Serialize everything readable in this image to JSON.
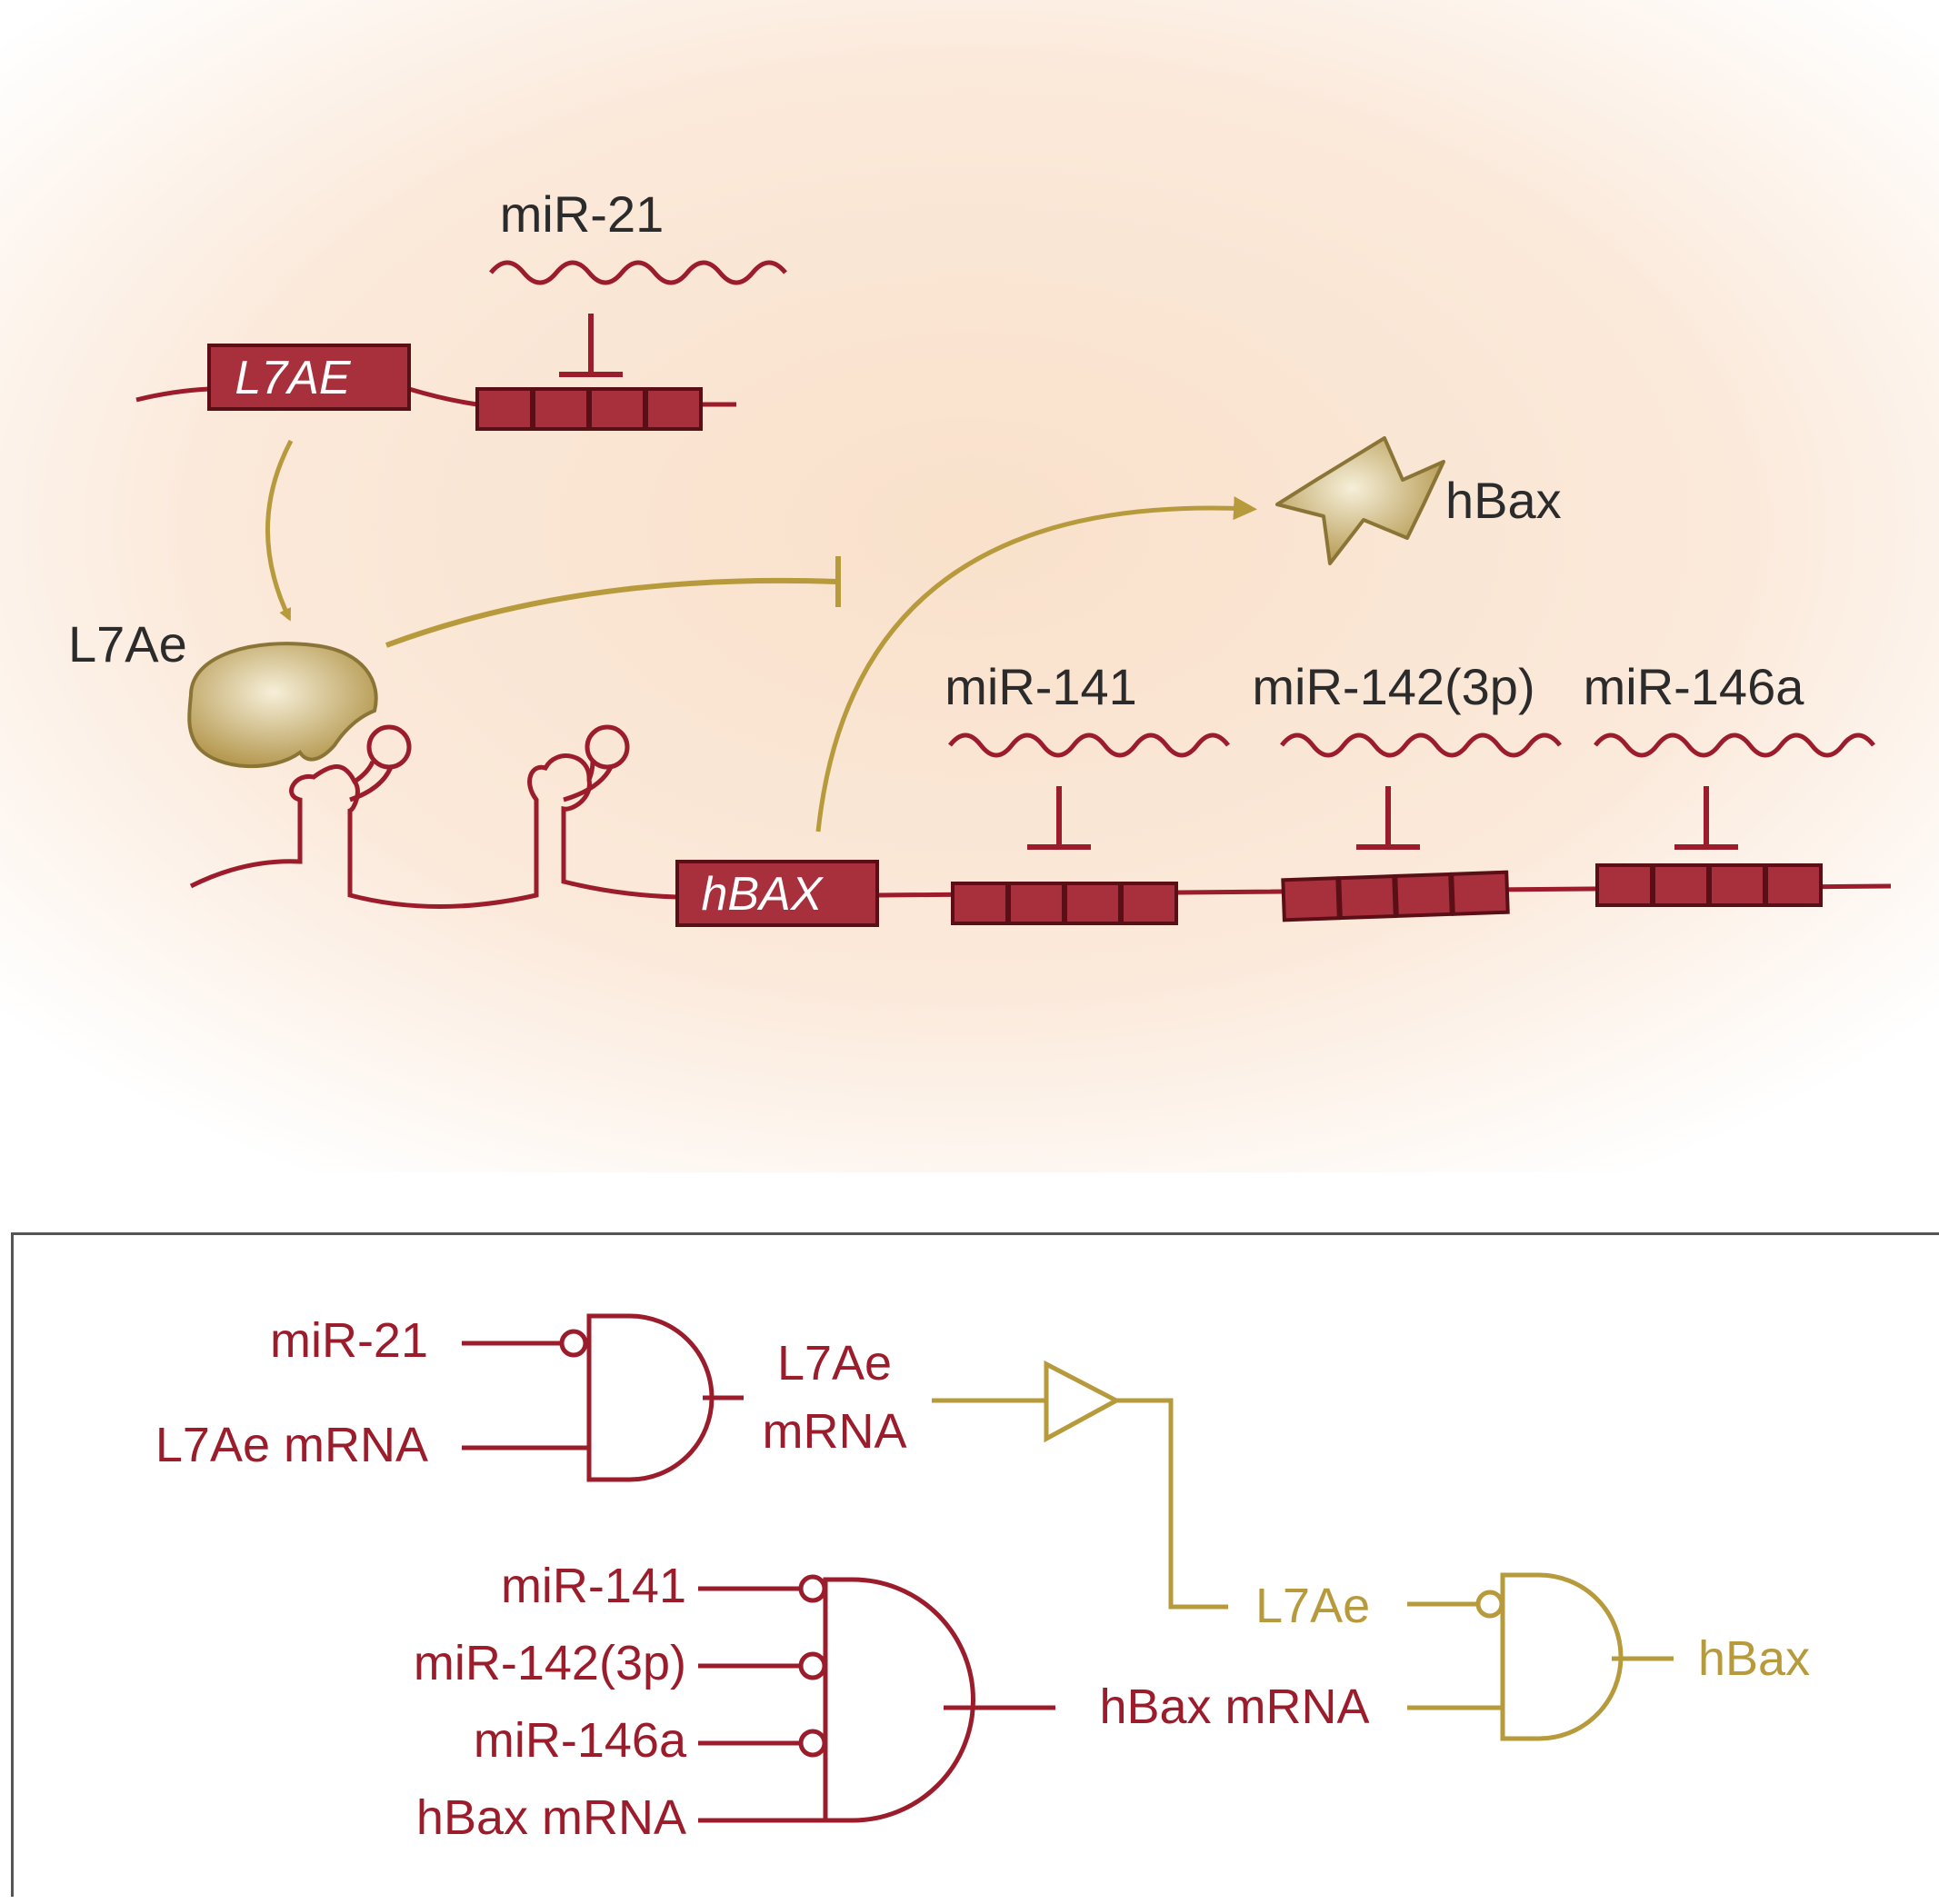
{
  "colors": {
    "rna": "#9b1c2b",
    "site_fill": "#a8303c",
    "protein": "#b79a3c",
    "background_glow": "#f9e3cf",
    "label": "#2b2b2b"
  },
  "top": {
    "mir21_label": "miR-21",
    "l7ae_gene": "L7AE",
    "l7ae_protein": "L7Ae",
    "hbax_protein": "hBax",
    "hbax_gene": "hBAX",
    "mir141_label": "miR-141",
    "mir142_label": "miR-142(3p)",
    "mir146a_label": "miR-146a"
  },
  "bottom": {
    "gate1_in1": "miR-21",
    "gate1_in2": "L7Ae mRNA",
    "gate1_out_line1": "L7Ae",
    "gate1_out_line2": "mRNA",
    "buffer_out": "L7Ae",
    "gate2_in1": "miR-141",
    "gate2_in2": "miR-142(3p)",
    "gate2_in3": "miR-146a",
    "gate2_in4": "hBax mRNA",
    "gate2_out": "hBax mRNA",
    "gate3_out": "hBax"
  }
}
